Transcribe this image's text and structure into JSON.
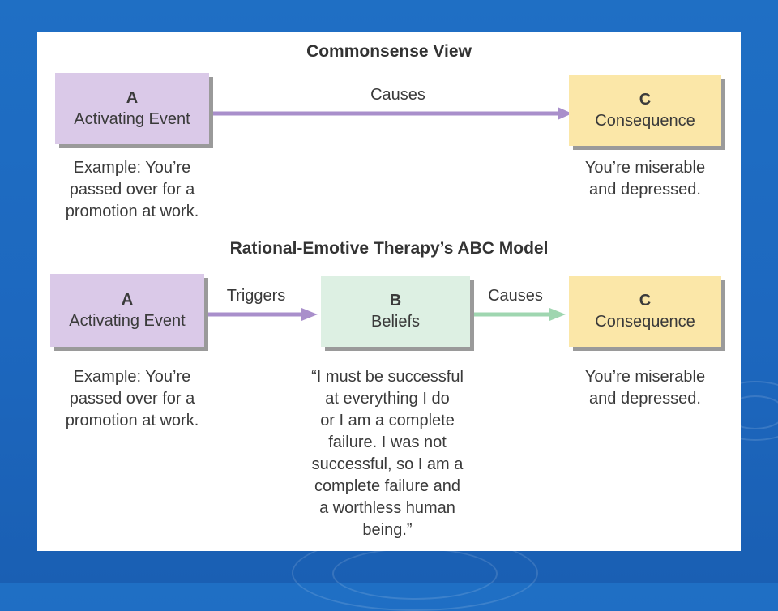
{
  "commonsense": {
    "title": "Commonsense View",
    "box_a": {
      "letter": "A",
      "label": "Activating Event"
    },
    "arrow_label": "Causes",
    "box_c": {
      "letter": "C",
      "label": "Consequence"
    },
    "caption_a": [
      "Example: You’re",
      "passed over for a",
      "promotion at work."
    ],
    "caption_c": [
      "You’re miserable",
      "and depressed."
    ]
  },
  "abc_model": {
    "title": "Rational-Emotive Therapy’s ABC Model",
    "box_a": {
      "letter": "A",
      "label": "Activating Event"
    },
    "arrow_ab_label": "Triggers",
    "box_b": {
      "letter": "B",
      "label": "Beliefs"
    },
    "arrow_bc_label": "Causes",
    "box_c": {
      "letter": "C",
      "label": "Consequence"
    },
    "caption_a": [
      "Example: You’re",
      "passed over for a",
      "promotion at work."
    ],
    "caption_b": [
      "“I must be successful",
      "at everything I do",
      "or I am a complete",
      "failure. I was not",
      "successful, so I am a",
      "complete failure and",
      "a worthless human",
      "being.”"
    ],
    "caption_c": [
      "You’re miserable",
      "and depressed."
    ]
  },
  "colors": {
    "activating": "#dac9e8",
    "beliefs": "#ddf0e3",
    "consequence": "#fbe7a8",
    "arrow_purple": "#a98fcb",
    "arrow_green": "#9fd6b0",
    "background": "#1f6fc4"
  }
}
